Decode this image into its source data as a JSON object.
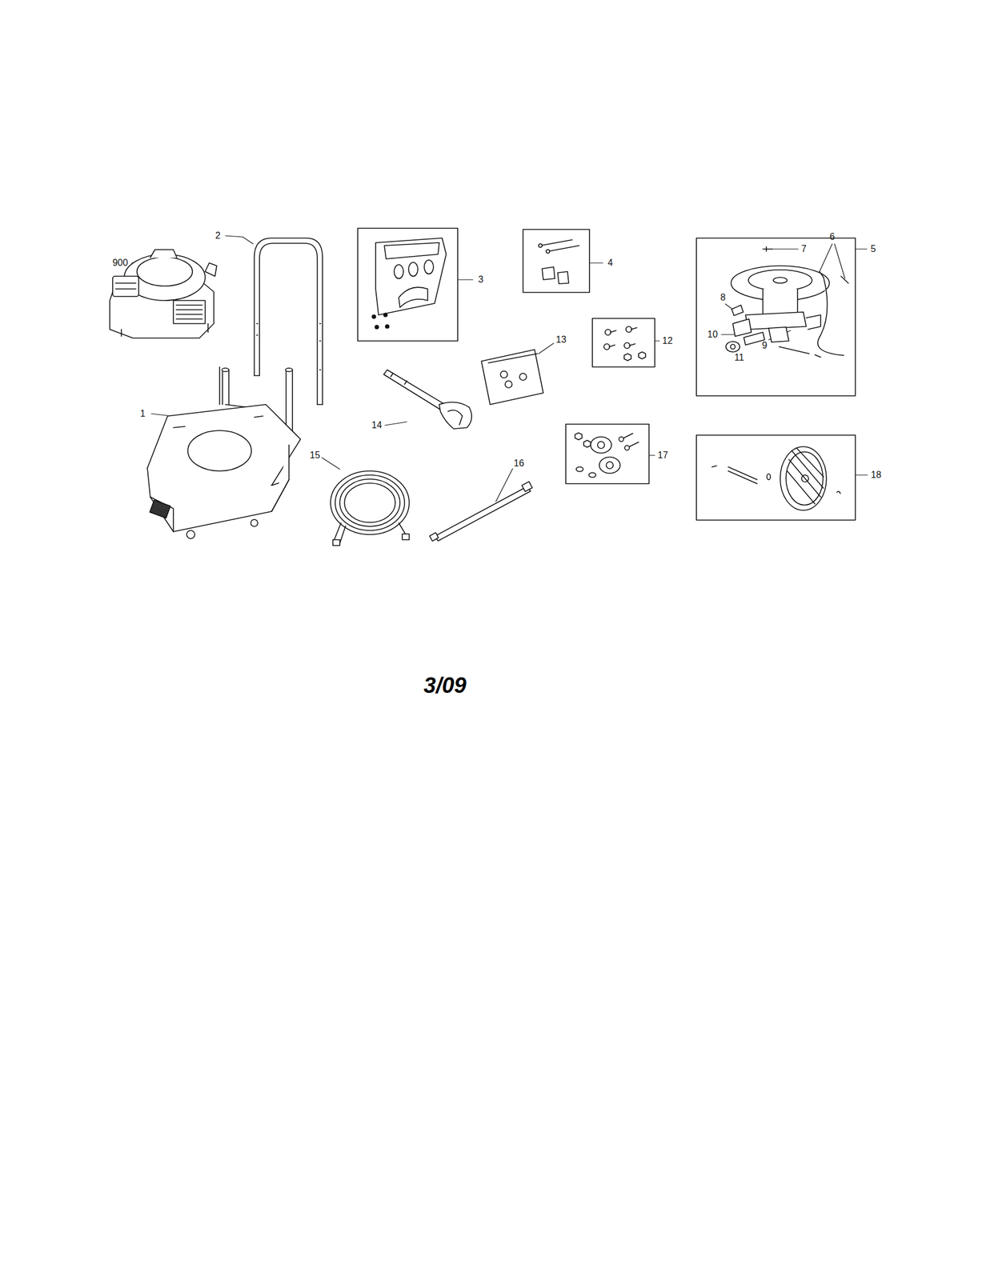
{
  "diagram": {
    "labels": [
      "900",
      "2",
      "3",
      "4",
      "5",
      "6",
      "7",
      "8",
      "9",
      "10",
      "11",
      "12",
      "13",
      "14",
      "15",
      "16",
      "17",
      "18",
      "1",
      "3/09"
    ]
  }
}
